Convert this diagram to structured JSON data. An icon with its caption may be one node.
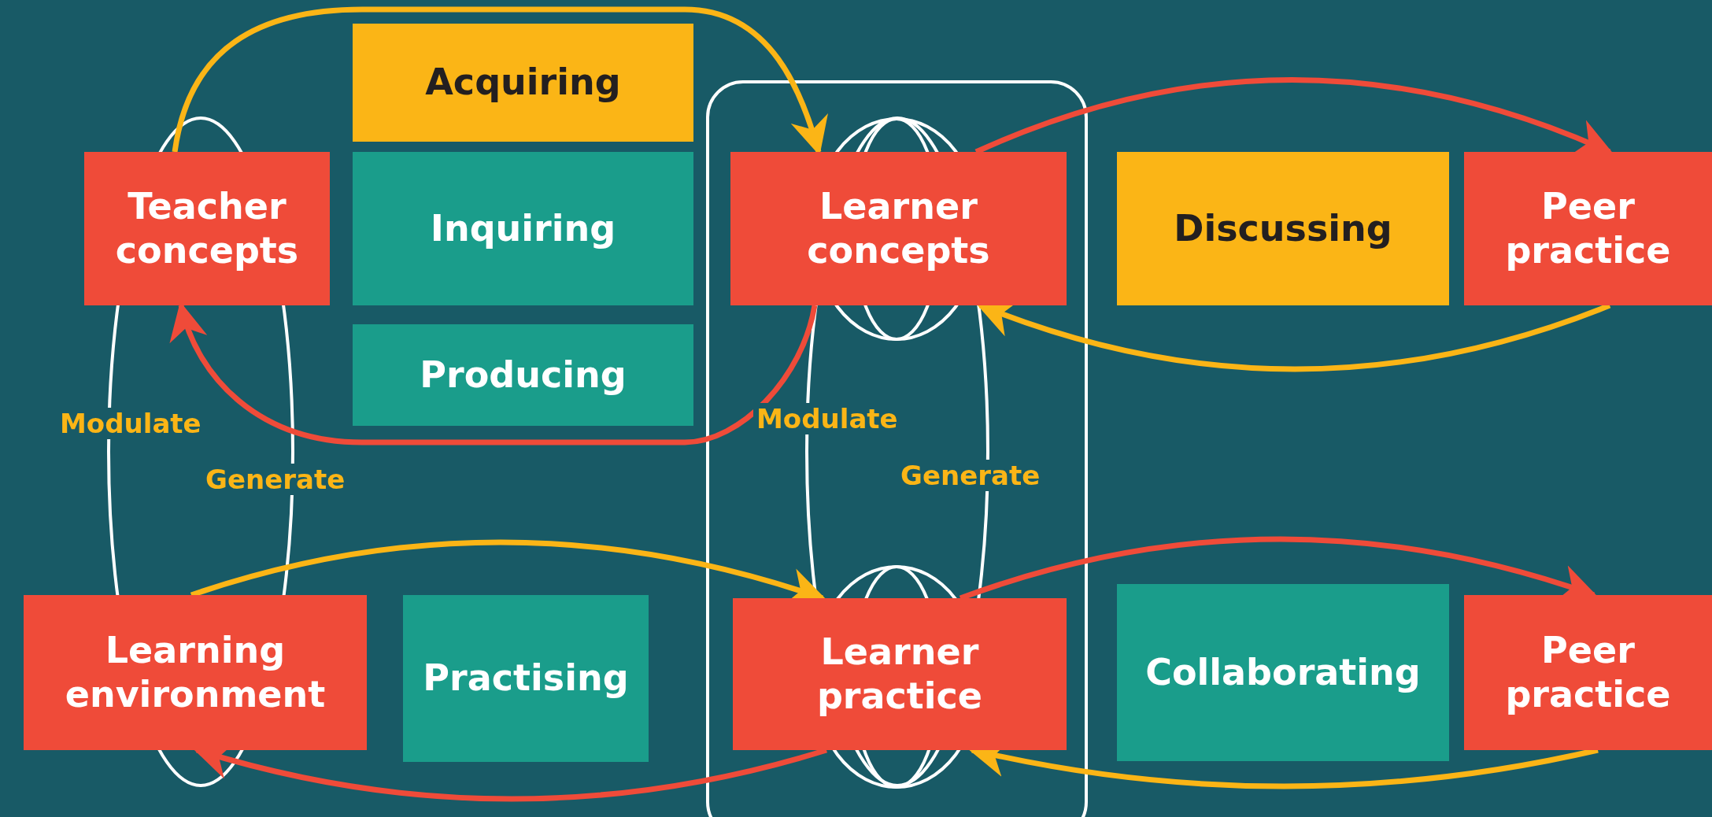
{
  "diagram": {
    "nodes": [
      {
        "text": [
          "Teacher concepts"
        ]
      },
      {
        "text": [
          "Acquiring"
        ]
      },
      {
        "text": [
          "Inquiring"
        ]
      },
      {
        "text": [
          "Producing"
        ]
      },
      {
        "text": [
          "Learner concepts"
        ]
      },
      {
        "text": [
          "Discussing"
        ]
      },
      {
        "text": [
          "Peer practice"
        ]
      },
      {
        "text": [
          "Learning environment"
        ]
      },
      {
        "text": [
          "Practising"
        ]
      },
      {
        "text": [
          "Learner practice"
        ]
      },
      {
        "text": [
          "Collaborating"
        ]
      },
      {
        "text": [
          "Peer practice"
        ]
      }
    ],
    "edges": [
      {
        "from": 0,
        "to": 4,
        "arrow": "to",
        "color": "#fbb516"
      },
      {
        "from": 4,
        "to": 6,
        "arrow": "to",
        "color": "#ef4b39"
      },
      {
        "from": 6,
        "to": 4,
        "arrow": "to",
        "color": "#fbb516"
      },
      {
        "from": 4,
        "to": 0,
        "arrow": "to",
        "color": "#ef4b39"
      },
      {
        "from": 7,
        "to": 9,
        "arrow": "to",
        "color": "#fbb516"
      },
      {
        "from": 9,
        "to": 11,
        "arrow": "to",
        "color": "#ef4b39"
      },
      {
        "from": 11,
        "to": 9,
        "arrow": "to",
        "color": "#fbb516"
      },
      {
        "from": 9,
        "to": 7,
        "arrow": "to",
        "color": "#ef4b39"
      }
    ],
    "labels": [
      "Modulate",
      "Generate",
      "Modulate",
      "Generate"
    ]
  }
}
